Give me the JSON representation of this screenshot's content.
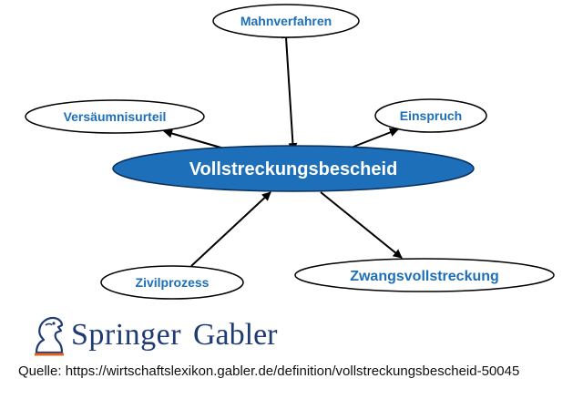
{
  "diagram": {
    "center": "Vollstreckungsbescheid",
    "nodes": {
      "mahnverfahren": "Mahnverfahren",
      "versaeumnisurteil": "Versäumnisurteil",
      "einspruch": "Einspruch",
      "zivilprozess": "Zivilprozess",
      "zwangsvollstreckung": "Zwangsvollstreckung"
    },
    "colors": {
      "center_fill": "#1c6fb8",
      "center_text": "#ffffff",
      "node_text": "#1c6fb8",
      "line": "#000000"
    }
  },
  "footer": {
    "brand_springer": "Springer",
    "brand_gabler": "Gabler",
    "logo_icon": "springer-knight-icon",
    "source": "Quelle: https://wirtschaftslexikon.gabler.de/definition/vollstreckungsbescheid-50045"
  }
}
